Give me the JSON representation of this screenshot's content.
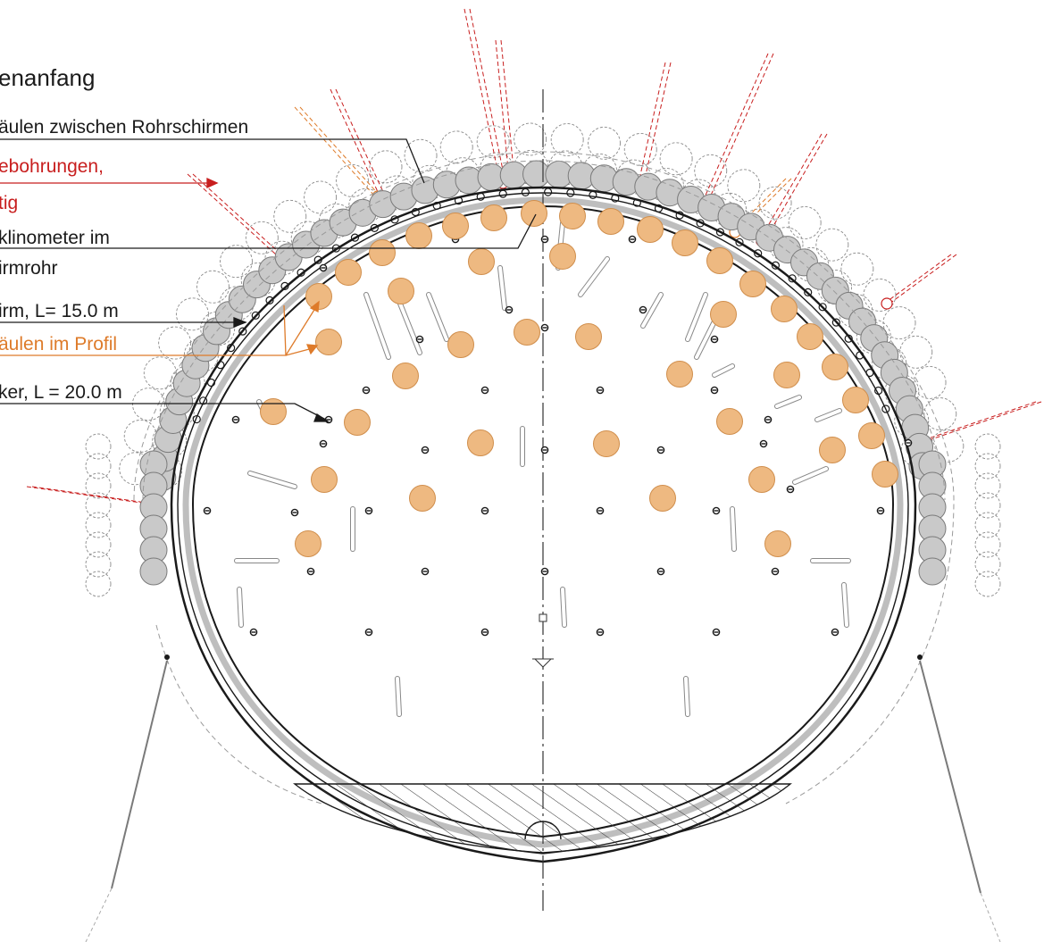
{
  "labels": {
    "title": "enanfang",
    "l1": "äulen zwischen Rohrschirmen",
    "l2a": "ebohrungen,",
    "l2b": "tig",
    "l3a": "klinometer im",
    "l3b": "irmrohr",
    "l4": "irm, L= 15.0 m",
    "l5": "äulen im Profil",
    "l6": "ker, L = 20.0 m"
  },
  "colors": {
    "line": "#1a1a1a",
    "red": "#c81e1e",
    "orange": "#de7b2a",
    "column_fill": "#eeb981",
    "column_stroke": "#d08e4c",
    "grey_fill": "#c9c9c9",
    "grey_stroke": "#7a7a7a",
    "dashed": "#8a8a8a"
  }
}
